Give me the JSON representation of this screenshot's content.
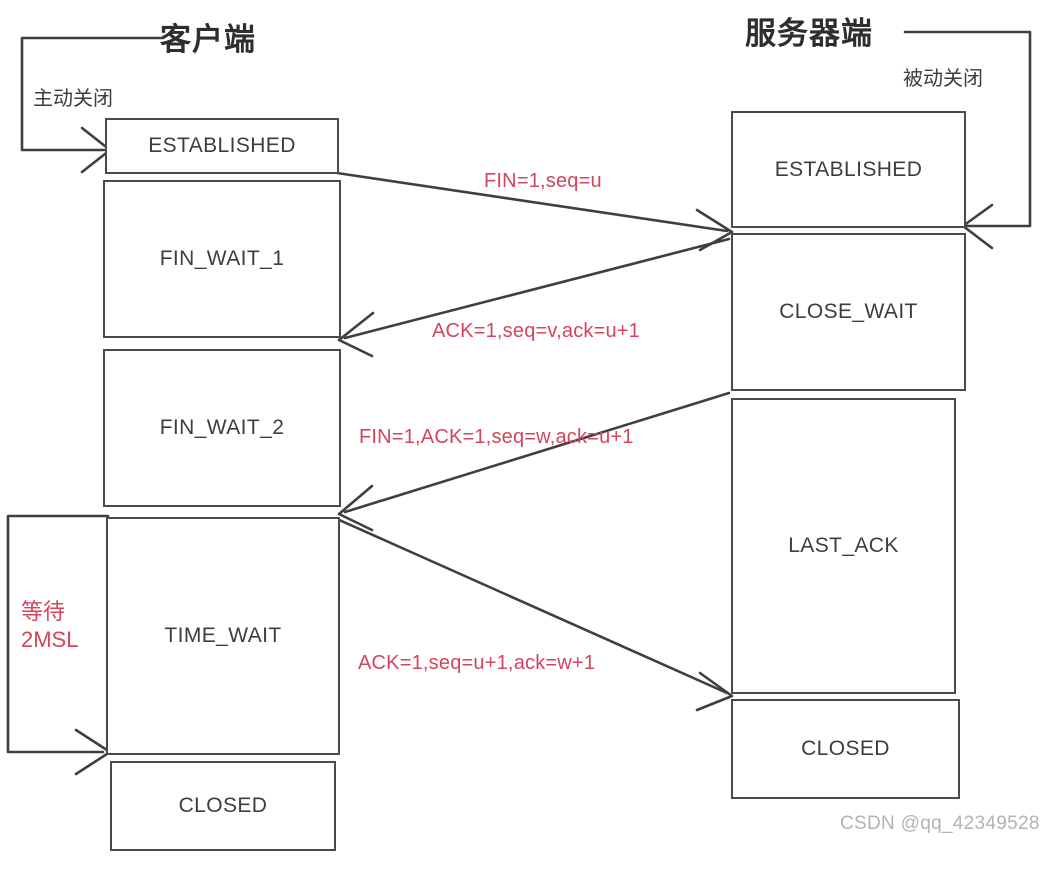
{
  "diagram": {
    "title_client": "客户端",
    "title_server": "服务器端",
    "note_active_close": "主动关闭",
    "note_passive_close": "被动关闭",
    "wait_note_line1": "等待",
    "wait_note_line2": "2MSL",
    "watermark": "CSDN @qq_42349528",
    "colors": {
      "message": "#d4455b",
      "box_border": "#4a4a4a",
      "line": "#3f3f3f",
      "text": "#3d3d3d",
      "watermark": "#b3b3b3",
      "background": "#ffffff"
    },
    "client_states": [
      {
        "label": "ESTABLISHED"
      },
      {
        "label": "FIN_WAIT_1"
      },
      {
        "label": "FIN_WAIT_2"
      },
      {
        "label": "TIME_WAIT"
      },
      {
        "label": "CLOSED"
      }
    ],
    "server_states": [
      {
        "label": "ESTABLISHED"
      },
      {
        "label": "CLOSE_WAIT"
      },
      {
        "label": "LAST_ACK"
      },
      {
        "label": "CLOSED"
      }
    ],
    "messages": [
      {
        "label": "FIN=1,seq=u",
        "direction": "client-to-server"
      },
      {
        "label": "ACK=1,seq=v,ack=u+1",
        "direction": "server-to-client"
      },
      {
        "label": "FIN=1,ACK=1,seq=w,ack=u+1",
        "direction": "server-to-client"
      },
      {
        "label": "ACK=1,seq=u+1,ack=w+1",
        "direction": "client-to-server"
      }
    ]
  }
}
